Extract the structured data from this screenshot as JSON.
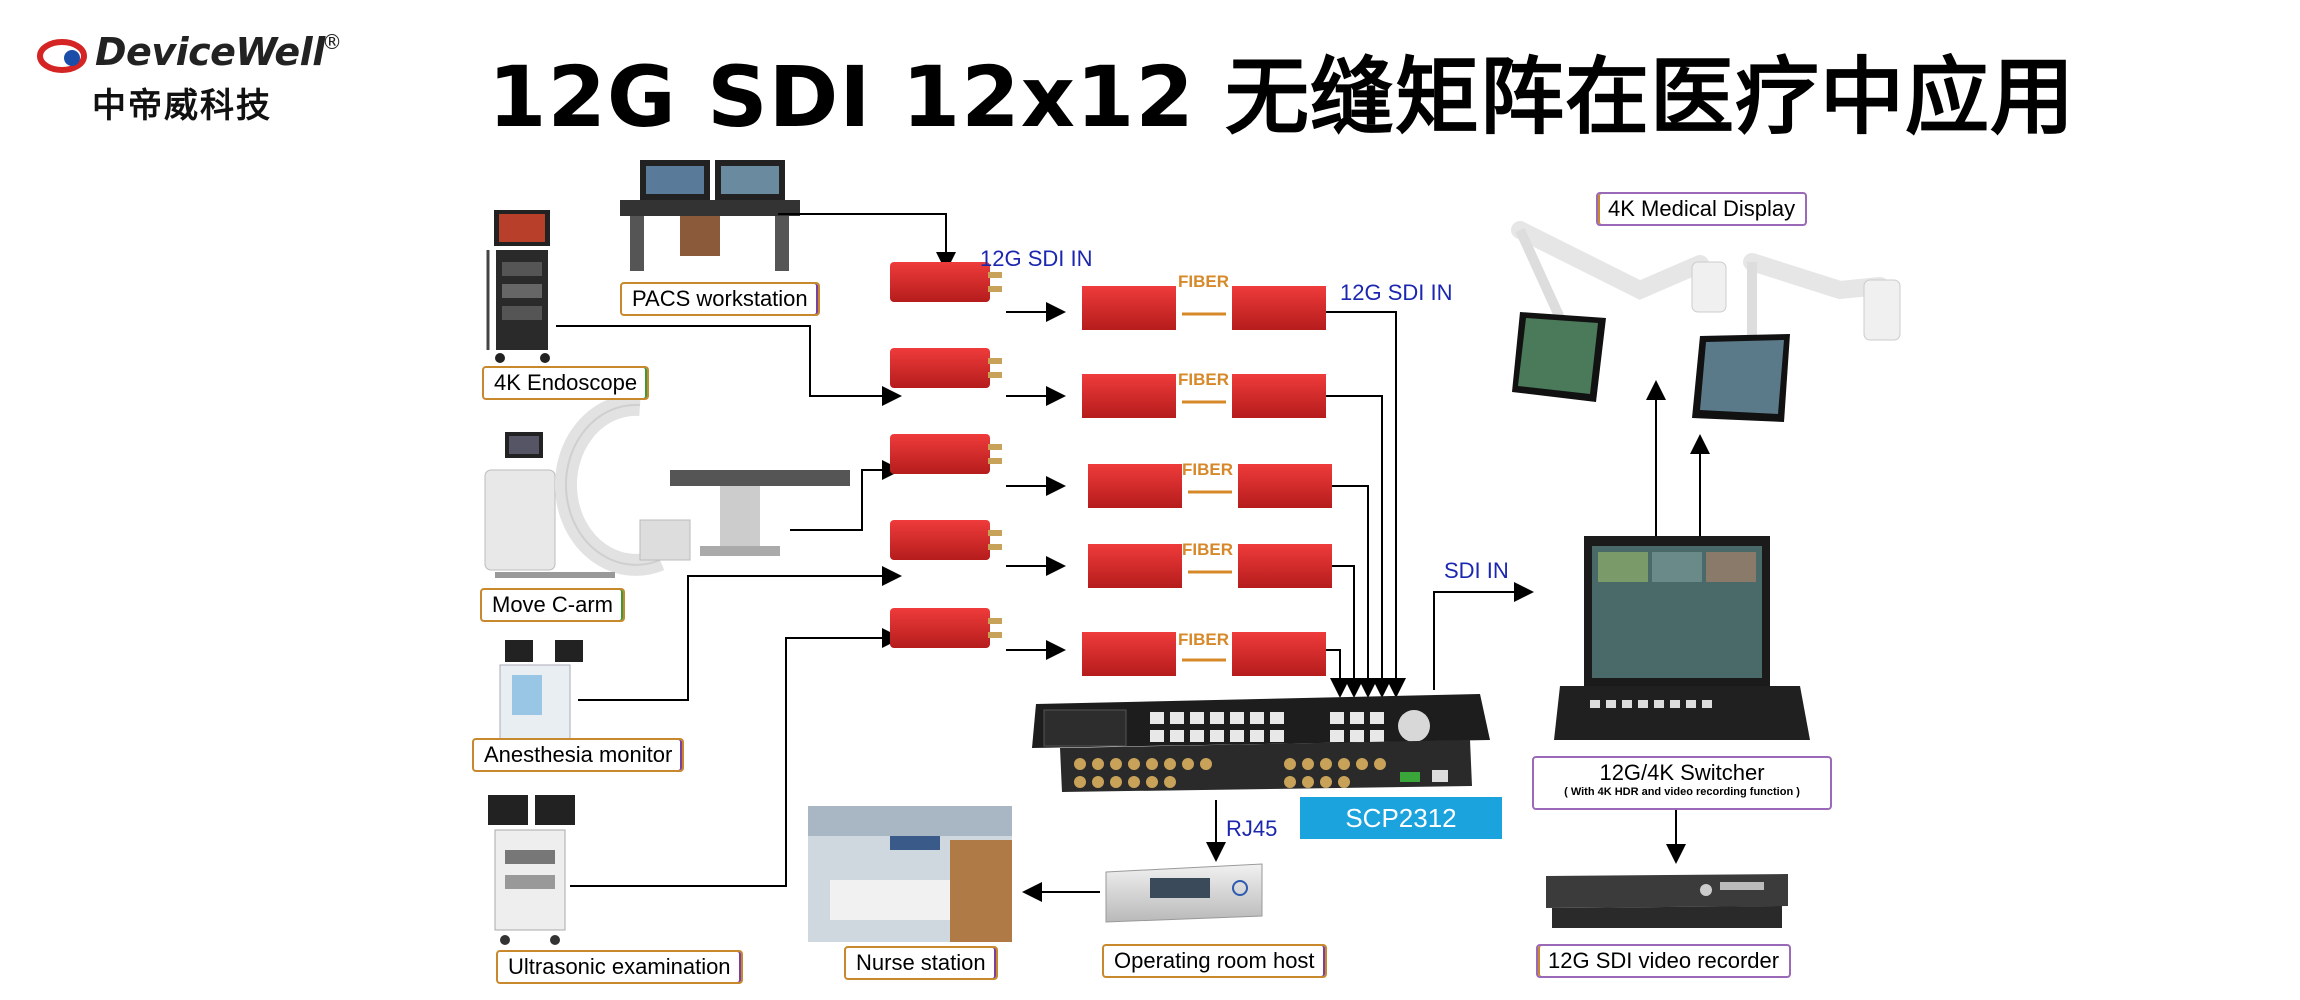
{
  "header": {
    "brand": "DeviceWell",
    "brand_mark": "®",
    "brand_cn": "中帝威科技",
    "title": "12G SDI 12x12 无缝矩阵在医疗中应用"
  },
  "sources": [
    {
      "label": "PACS workstation"
    },
    {
      "label": "4K Endoscope"
    },
    {
      "label": "Move C-arm"
    },
    {
      "label": "Anesthesia monitor"
    },
    {
      "label": "Ultrasonic examination"
    }
  ],
  "link_labels": {
    "sdi_in_left": "12G SDI IN",
    "sdi_in_right": "12G SDI IN",
    "fiber": "FIBER",
    "sdi_in_out": "SDI IN",
    "rj45": "RJ45"
  },
  "matrix": {
    "model": "SCP2312"
  },
  "outputs": {
    "display": "4K Medical Display",
    "switcher": "12G/4K Switcher",
    "switcher_note": "( With 4K HDR and video recording function )",
    "recorder": "12G SDI video recorder",
    "host": "Operating room host",
    "nurse": "Nurse station"
  },
  "colors": {
    "device_red": "#d92b2b",
    "accent_blue": "#1aa3dc",
    "label_text_blue": "#1c27b0",
    "fiber_orange": "#d7892a"
  }
}
